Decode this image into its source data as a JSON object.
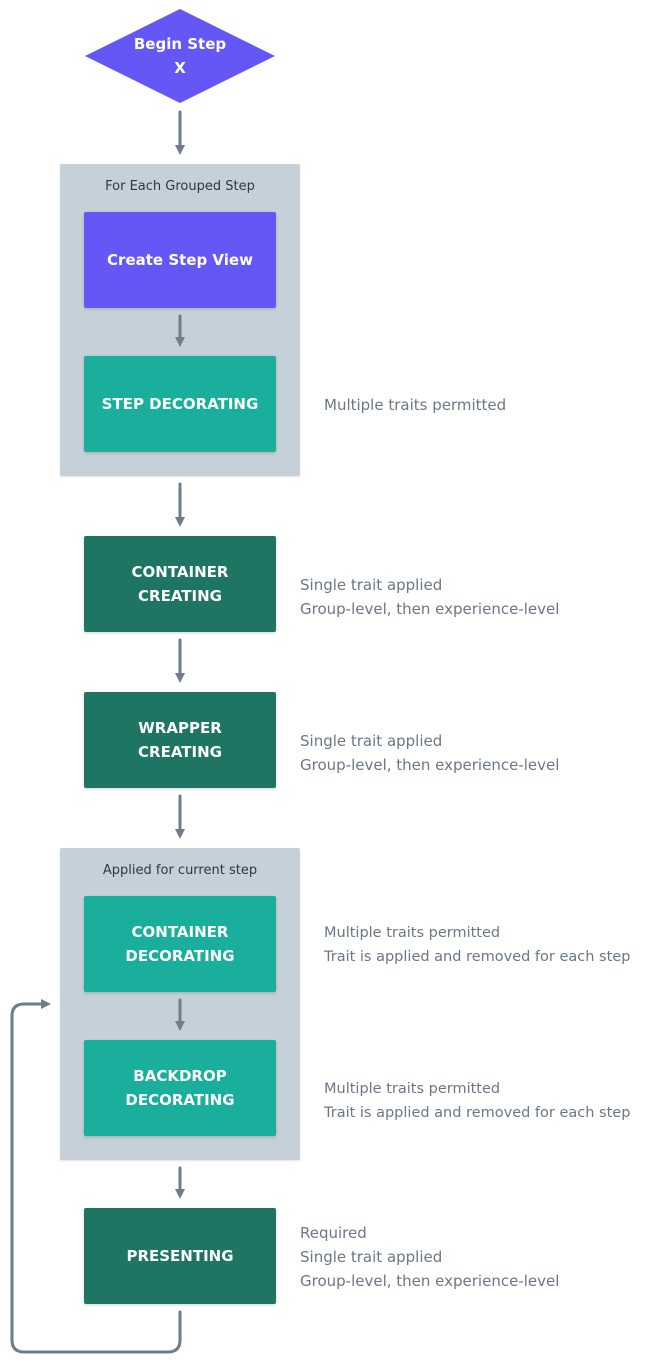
{
  "colors": {
    "purple": "#6457f5",
    "teal": "#1aae9c",
    "dark_green": "#1f7563",
    "group_bg": "#c6d0d9",
    "arrow": "#6f7c8b",
    "note_text": "#6b7787"
  },
  "start": {
    "label": "Begin Step\nX"
  },
  "groups": {
    "grouped_step": {
      "label": "For Each Grouped Step"
    },
    "current_step": {
      "label": "Applied for current step"
    }
  },
  "nodes": {
    "create_step_view": {
      "label": "Create Step View"
    },
    "step_decorating": {
      "label": "STEP DECORATING"
    },
    "container_creating": {
      "label": "CONTAINER\nCREATING"
    },
    "wrapper_creating": {
      "label": "WRAPPER\nCREATING"
    },
    "container_decorating": {
      "label": "CONTAINER\nDECORATING"
    },
    "backdrop_decorating": {
      "label": "BACKDROP\nDECORATING"
    },
    "presenting": {
      "label": "PRESENTING"
    }
  },
  "notes": {
    "step_decorating": "Multiple traits permitted",
    "container_creating": "Single trait applied\nGroup-level, then experience-level",
    "wrapper_creating": "Single trait applied\nGroup-level, then experience-level",
    "container_decorating": "Multiple traits permitted\nTrait is applied and removed for each step",
    "backdrop_decorating": "Multiple traits permitted\nTrait is applied and removed for each step",
    "presenting": "Required\nSingle trait applied\nGroup-level, then experience-level"
  }
}
